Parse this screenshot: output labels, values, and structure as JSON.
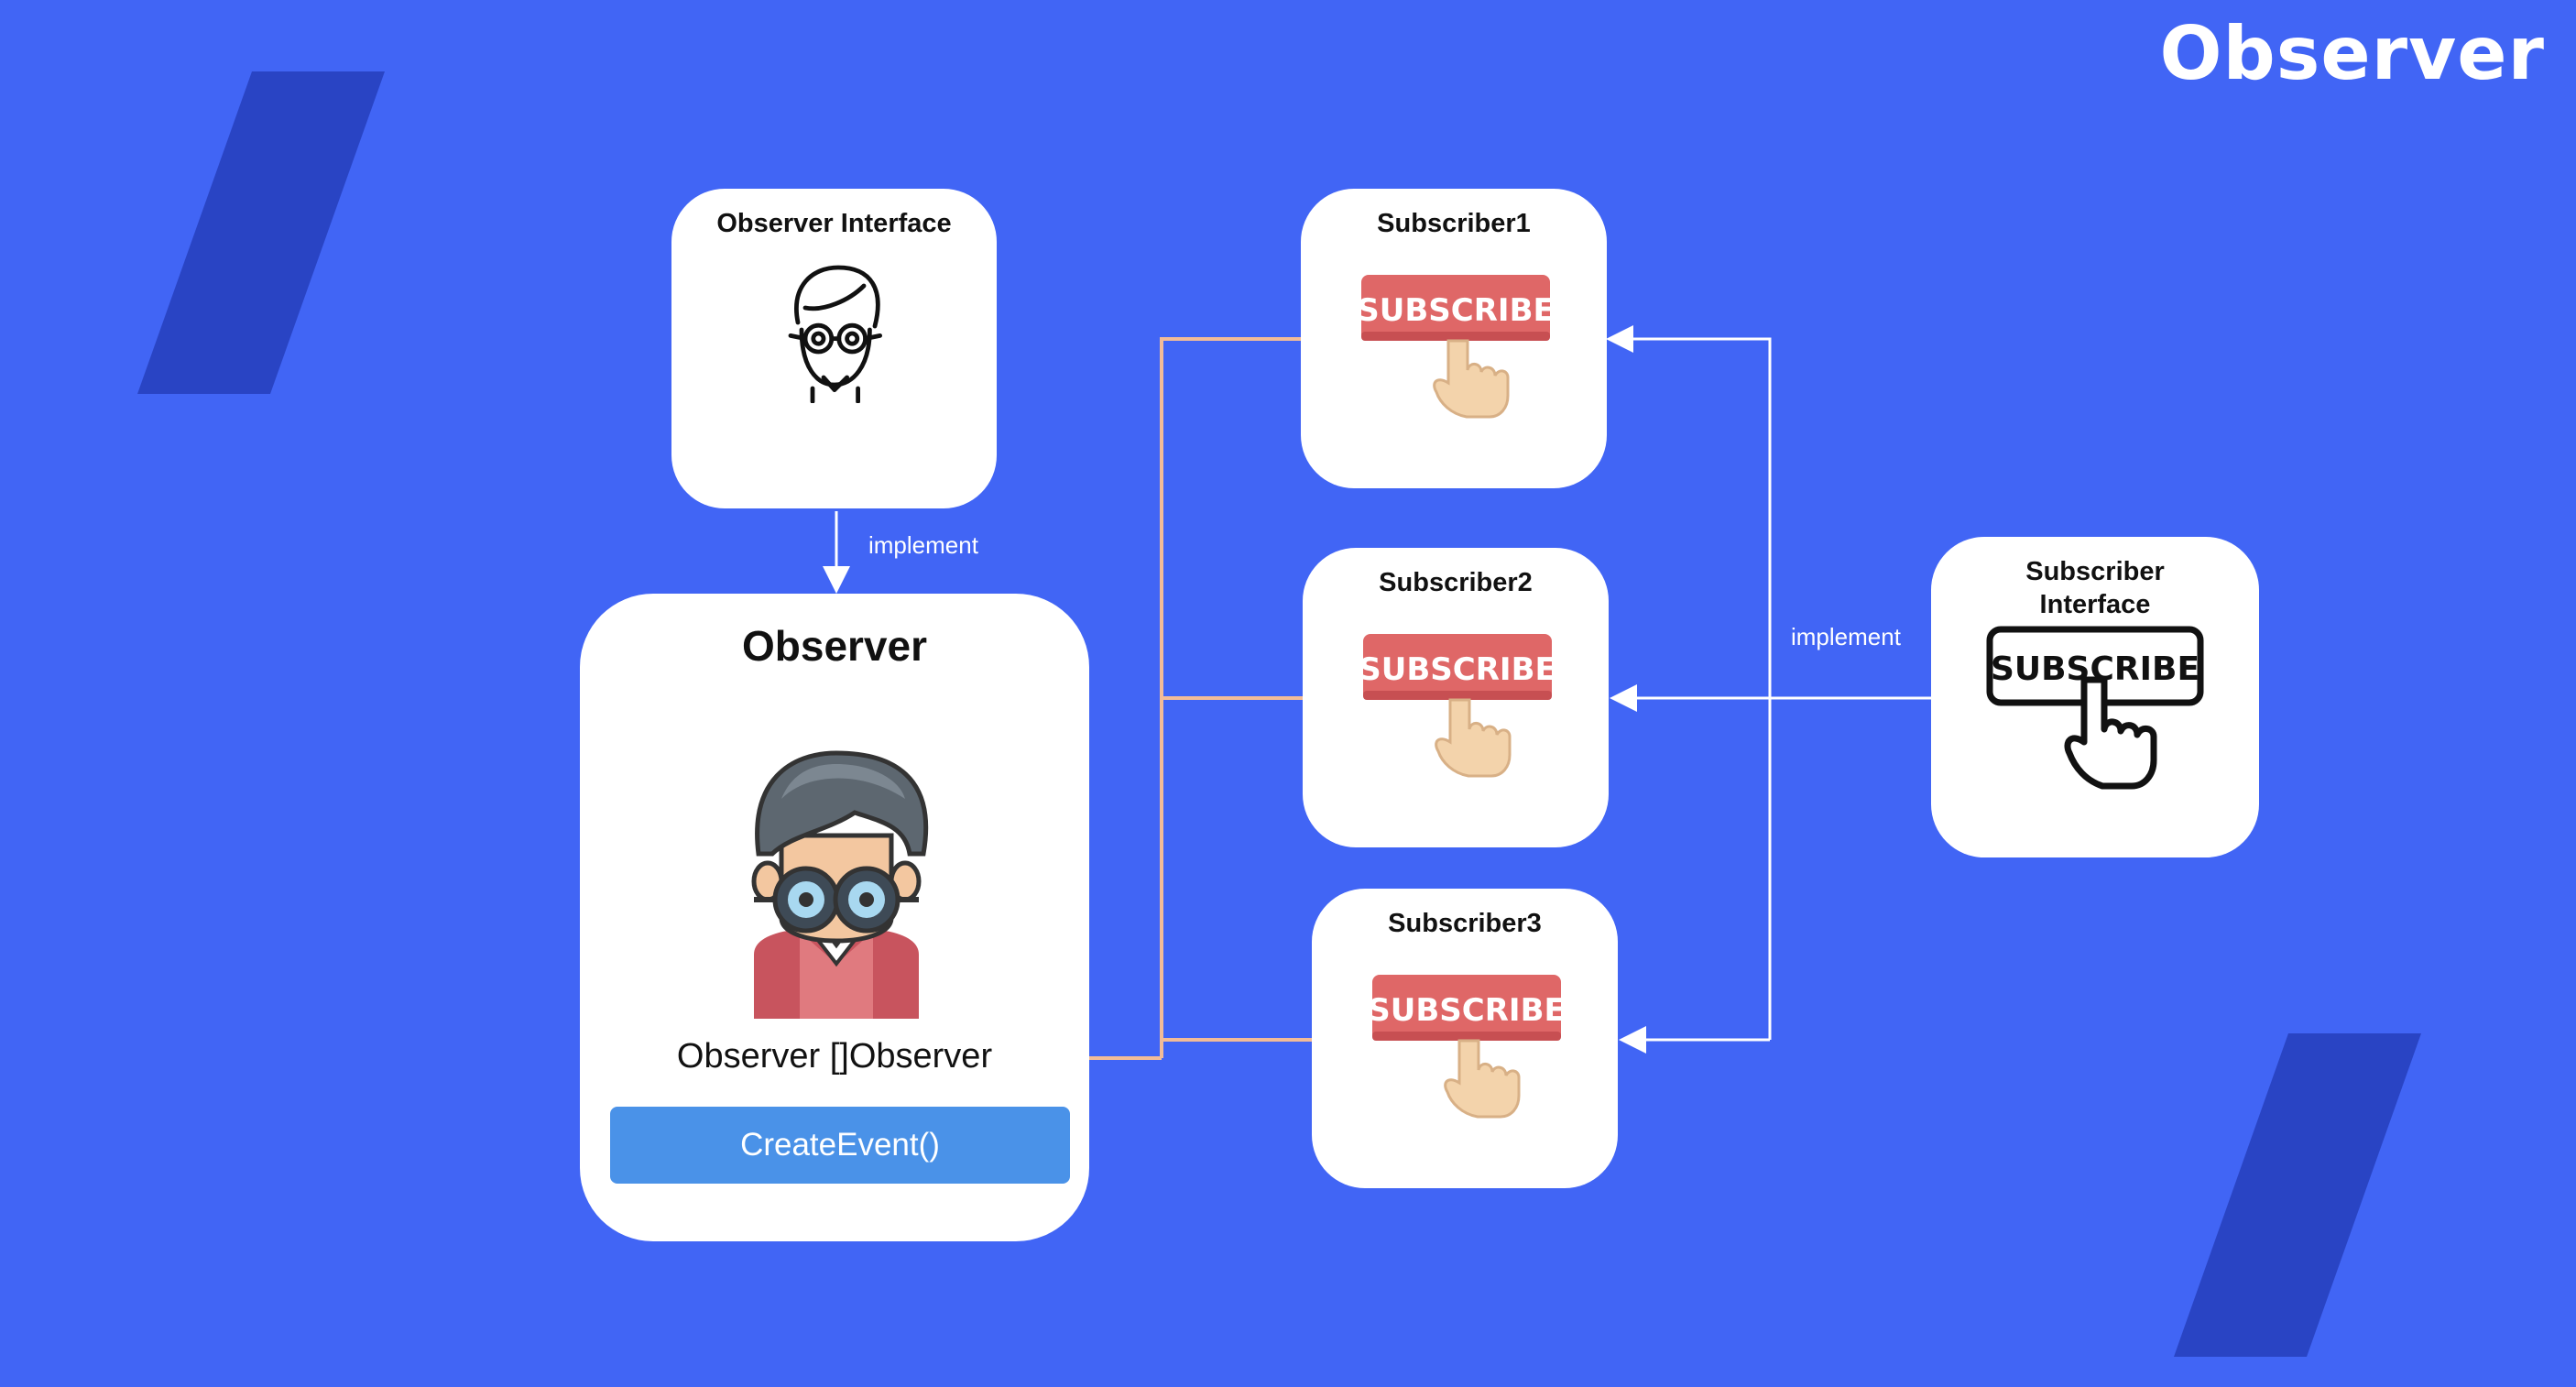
{
  "brand": "Observer",
  "observer_interface": {
    "title": "Observer Interface"
  },
  "observer": {
    "title": "Observer",
    "field": "Observer []Observer",
    "method": "CreateEvent()"
  },
  "subscribers": [
    {
      "title": "Subscriber1",
      "button_text": "SUBSCRIBE"
    },
    {
      "title": "Subscriber2",
      "button_text": "SUBSCRIBE"
    },
    {
      "title": "Subscriber3",
      "button_text": "SUBSCRIBE"
    }
  ],
  "subscriber_interface": {
    "title_line1": "Subscriber",
    "title_line2": "Interface",
    "button_text": "SUBSCRIBE"
  },
  "labels": {
    "implement_top": "implement",
    "implement_right": "implement"
  },
  "colors": {
    "background": "#4165f5",
    "decor": "#2944c4",
    "subscribe_red": "#df6767",
    "connector_peach": "#f2bc98",
    "method_button": "#4a92e8",
    "hand": "#f3d3ab"
  }
}
